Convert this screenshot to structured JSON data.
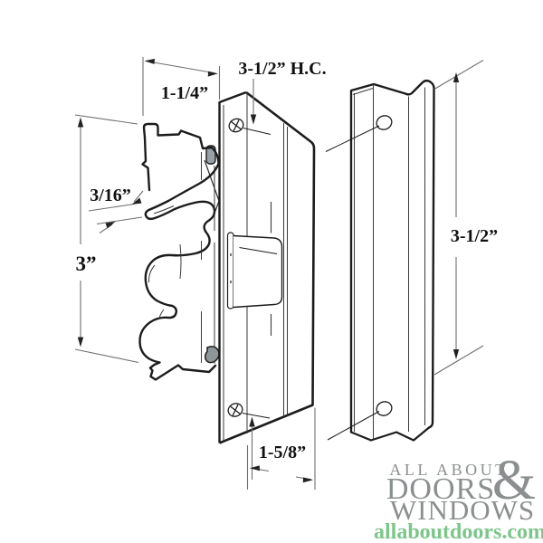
{
  "diagram": {
    "title_dimension": "3-1/2” H.C.",
    "dimensions": {
      "keeper_width": "1-1/4”",
      "hole_centers": "3-1/2” H.C.",
      "hook_gap": "3/16”",
      "keeper_height": "3”",
      "pull_hole_centers": "3-1/2”",
      "base_width": "1-5/8”"
    }
  },
  "branding": {
    "line1": "ALL ABOUT",
    "line2": "DOORS",
    "ampersand": "&",
    "line3": "WINDOWS",
    "website": "allaboutdoors.com"
  },
  "colors": {
    "background": "#ffffff",
    "drawing_line": "#1c1c1c",
    "dimension_line": "#6e6e6e",
    "logo_gray": "#8b8f90",
    "logo_green": "#7cc68a",
    "metal_gray_fill": "#98a0a4"
  }
}
